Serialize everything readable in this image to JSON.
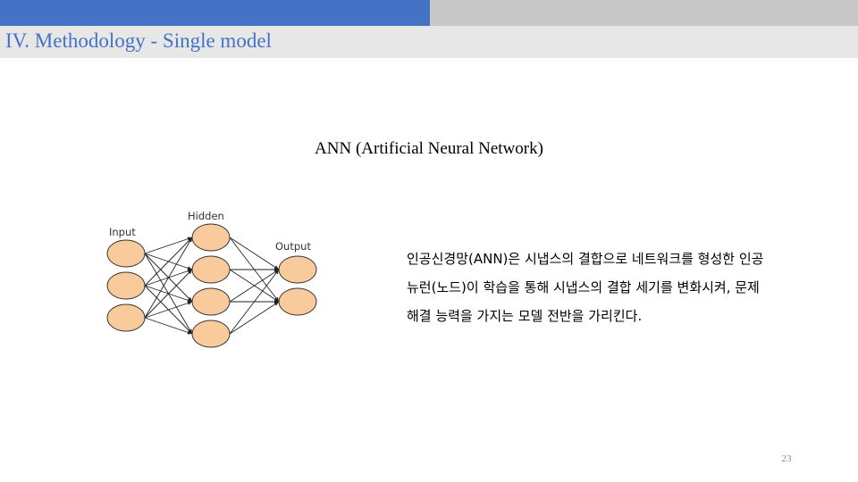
{
  "header": {
    "title": "IV. Methodology - Single model",
    "colors": {
      "accent": "#4472c4",
      "bar": "#c8c8c8",
      "title_bg": "#e7e7e7"
    }
  },
  "subtitle": "ANN (Artificial Neural Network)",
  "diagram": {
    "labels": {
      "input": "Input",
      "hidden": "Hidden",
      "output": "Output"
    },
    "input_nodes": 3,
    "hidden_nodes": 4,
    "output_nodes": 2,
    "node_color": "#f9cb9c",
    "node_stroke": "#333333"
  },
  "description": {
    "lines": [
      "인공신경망(ANN)은 시냅스의 결합으로 네트워크를 형성한 인공",
      "뉴런(노드)이 학습을 통해 시냅스의 결합 세기를 변화시켜, 문제",
      "해결 능력을 가지는 모델 전반을 가리킨다."
    ]
  },
  "page_number": "23"
}
